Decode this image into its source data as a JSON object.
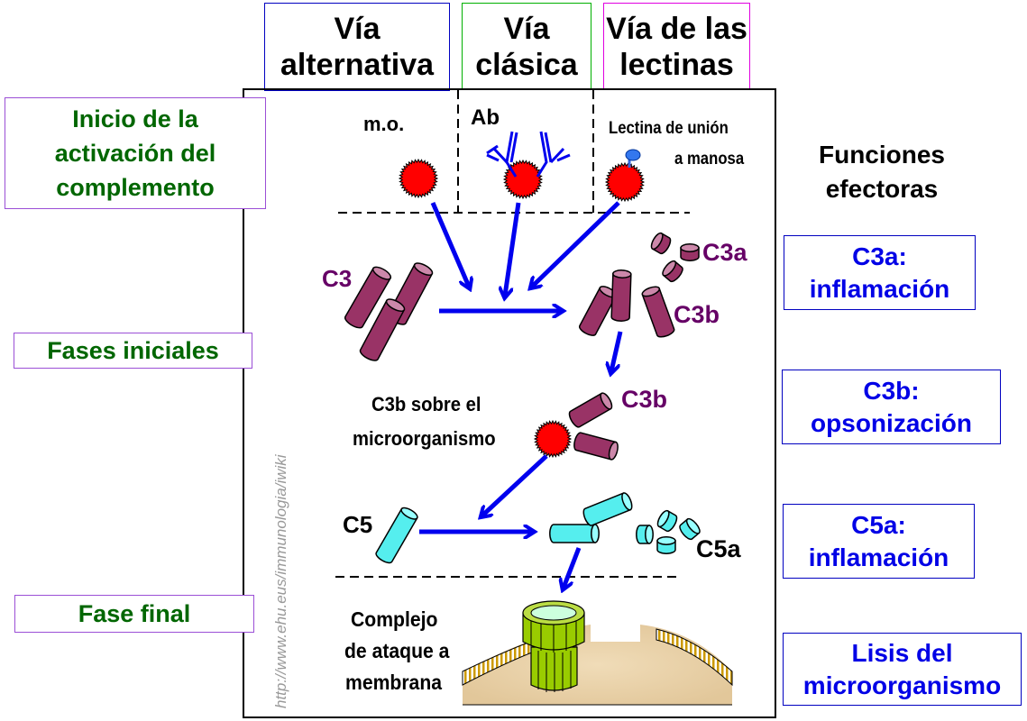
{
  "pathways": [
    {
      "line1": "Vía",
      "line2": "alternativa",
      "border_color": "#0000c0"
    },
    {
      "line1": "Vía",
      "line2": "clásica",
      "border_color": "#00b000"
    },
    {
      "line1": "Vía de las",
      "line2": "lectinas",
      "border_color": "#e000e0"
    }
  ],
  "phases": [
    {
      "lines": [
        "Inicio de la",
        "activación del",
        "complemento"
      ]
    },
    {
      "lines": [
        "Fases iniciales"
      ]
    },
    {
      "lines": [
        "Fase final"
      ]
    }
  ],
  "diagram": {
    "activators": {
      "mo": "m.o.",
      "ab": "Ab",
      "lectin_line1": "Lectina de unión",
      "lectin_line2": "a manosa"
    },
    "components": {
      "c3": "C3",
      "c3a": "C3a",
      "c3b": "C3b",
      "c3b_bound": "C3b",
      "c5": "C5",
      "c5a": "C5a"
    },
    "c3b_on_microbe": [
      "C3b sobre el",
      "microorganismo"
    ],
    "mac": [
      "Complejo",
      "de ataque a",
      "membrana"
    ],
    "watermark": "http://www.ehu.eus/immunologia/iwiki"
  },
  "effectors": {
    "title": [
      "Funciones",
      "efectoras"
    ],
    "items": [
      {
        "line1": "C3a:",
        "line2": "inflamación"
      },
      {
        "line1": "C3b:",
        "line2": "opsonización"
      },
      {
        "line1": "C5a:",
        "line2": "inflamación"
      },
      {
        "line1": "Lisis del",
        "line2": "microorganismo"
      }
    ]
  },
  "colors": {
    "arrow": "#0000ee",
    "c3": "#993366",
    "c3_top": "#cc88aa",
    "c5": "#55eeee",
    "microbe": "#ff0000",
    "phase_text": "#006600",
    "effector_text": "#0000e6",
    "component_label": "#660066"
  }
}
